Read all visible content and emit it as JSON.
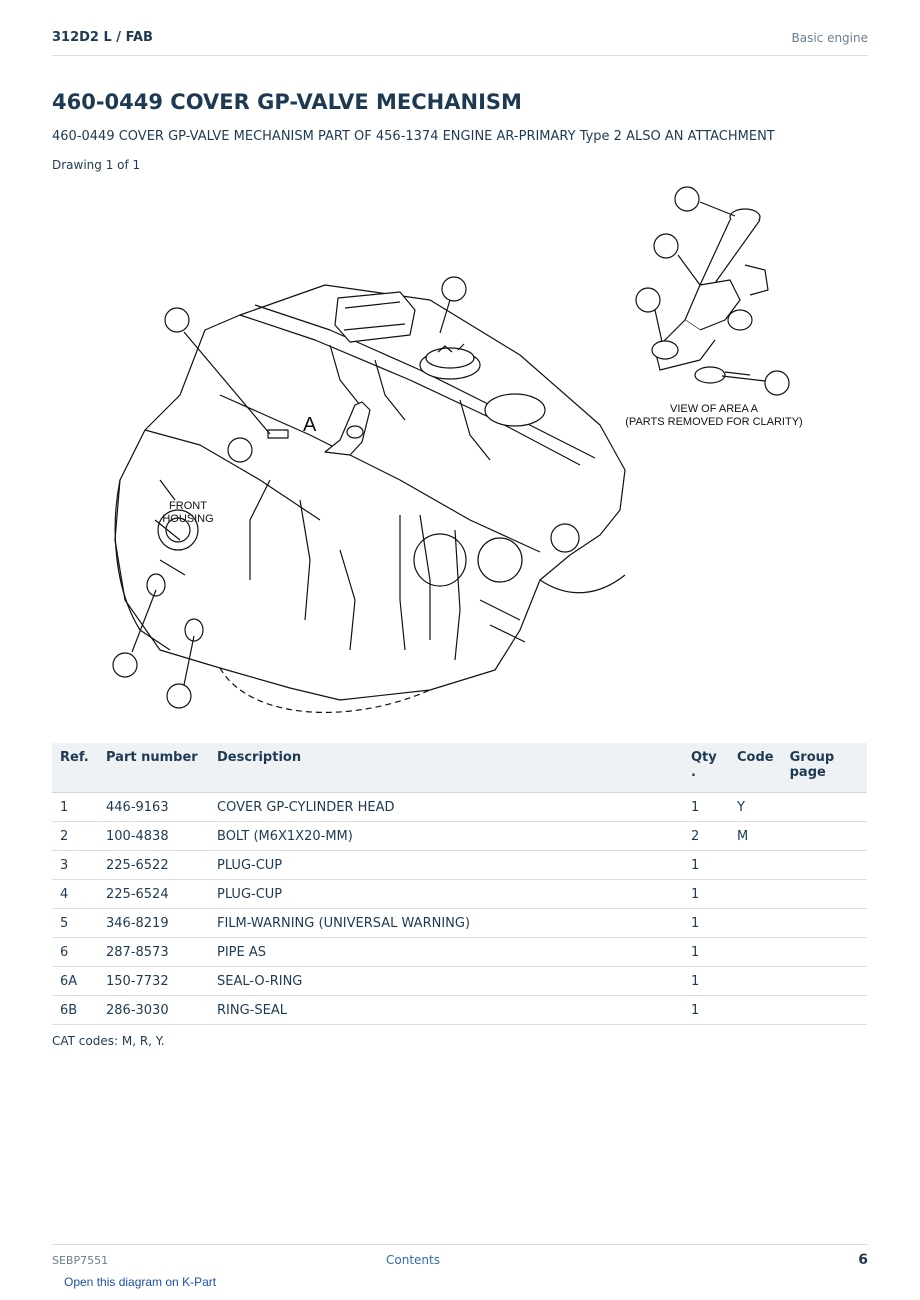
{
  "header": {
    "breadcrumb": "312D2 L  /  FAB",
    "section": "Basic engine"
  },
  "title": "460-0449 COVER GP-VALVE MECHANISM",
  "subtitle": "460-0449 COVER GP-VALVE MECHANISM PART OF 456-1374 ENGINE AR-PRIMARY Type 2 ALSO AN ATTACHMENT",
  "drawing_count": "Drawing 1 of 1",
  "diagram": {
    "area_marker": "A",
    "front_label_line1": "FRONT",
    "front_label_line2": "HOUSING",
    "view_caption_line1": "VIEW OF AREA  A",
    "view_caption_line2": "(PARTS REMOVED FOR CLARITY)"
  },
  "table": {
    "headers": {
      "ref": "Ref.",
      "part_number": "Part number",
      "description": "Description",
      "qty": "Qty .",
      "code": "Code",
      "group_page": "Group page"
    },
    "rows": [
      {
        "ref": "1",
        "part_number": "446-9163",
        "description": "COVER GP-CYLINDER HEAD",
        "qty": "1",
        "code": "Y",
        "group_page": ""
      },
      {
        "ref": "2",
        "part_number": "100-4838",
        "description": "BOLT (M6X1X20-MM)",
        "qty": "2",
        "code": "M",
        "group_page": ""
      },
      {
        "ref": "3",
        "part_number": "225-6522",
        "description": "PLUG-CUP",
        "qty": "1",
        "code": "",
        "group_page": ""
      },
      {
        "ref": "4",
        "part_number": "225-6524",
        "description": "PLUG-CUP",
        "qty": "1",
        "code": "",
        "group_page": ""
      },
      {
        "ref": "5",
        "part_number": "346-8219",
        "description": "FILM-WARNING (UNIVERSAL WARNING)",
        "qty": "1",
        "code": "",
        "group_page": ""
      },
      {
        "ref": "6",
        "part_number": "287-8573",
        "description": "PIPE AS",
        "qty": "1",
        "code": "",
        "group_page": ""
      },
      {
        "ref": "6A",
        "part_number": "150-7732",
        "description": "SEAL-O-RING",
        "qty": "1",
        "code": "",
        "group_page": ""
      },
      {
        "ref": "6B",
        "part_number": "286-3030",
        "description": "RING-SEAL",
        "qty": "1",
        "code": "",
        "group_page": ""
      }
    ]
  },
  "cat_codes": "CAT codes: M, R, Y.",
  "footer": {
    "doc_number": "SEBP7551",
    "contents_link": "Contents",
    "page_number": "6"
  },
  "kpart_link": "Open this diagram on K-Part"
}
